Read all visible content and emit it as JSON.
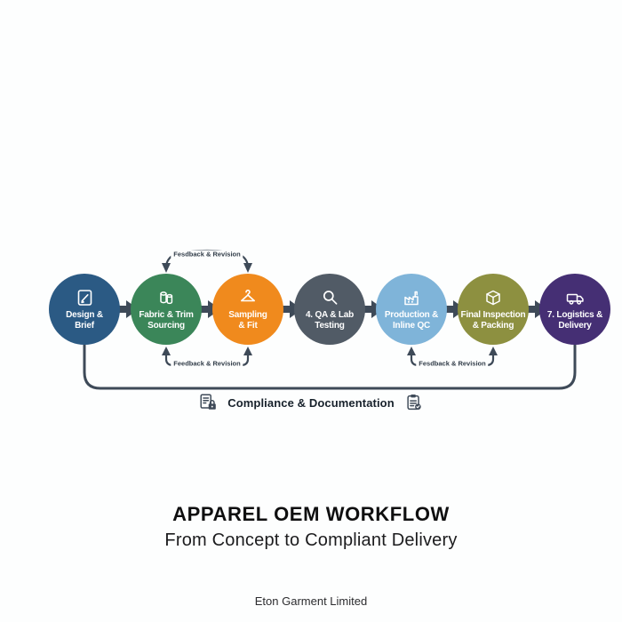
{
  "title": {
    "heading": "APPAREL OEM WORKFLOW",
    "subheading": "From Concept to Compliant Delivery",
    "footer": "Eton Garment Limited"
  },
  "workflow": {
    "line_color": "#3E4A58",
    "steps": [
      {
        "line1": "Design &",
        "line2": "Brief",
        "color": "#2B5A84",
        "icon": "pencil-document-icon"
      },
      {
        "line1": "Fabric & Trim",
        "line2": "Sourcing",
        "color": "#3B8659",
        "icon": "fabric-rolls-icon"
      },
      {
        "line1": "Sampling",
        "line2": "& Fit",
        "color": "#F08A1D",
        "icon": "hanger-icon"
      },
      {
        "line1": "4. QA & Lab",
        "line2": "Testing",
        "color": "#515B66",
        "icon": "magnifier-icon"
      },
      {
        "line1": "Production &",
        "line2": "Inline QC",
        "color": "#7FB4D9",
        "icon": "factory-icon"
      },
      {
        "line1": "Final Inspection",
        "line2": "& Packing",
        "color": "#8D9040",
        "icon": "package-box-icon"
      },
      {
        "line1": "7. Logistics &",
        "line2": "Delivery",
        "color": "#452F74",
        "icon": "delivery-truck-icon"
      }
    ],
    "feedback_labels": {
      "top": "Fesdback & Revision",
      "bottom_left": "Feedback & Revision",
      "bottom_right": "Fesdback & Revision"
    },
    "compliance_label": "Compliance & Documentation"
  }
}
